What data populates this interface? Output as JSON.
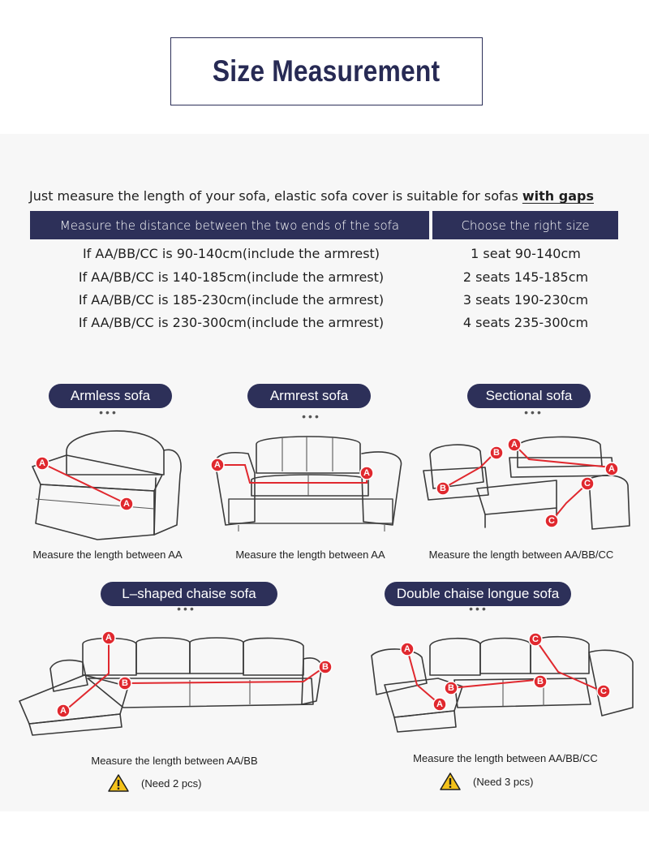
{
  "header": {
    "title": "Size Measurement"
  },
  "intro": {
    "text": "Just measure the length of your sofa, elastic sofa cover is suitable for sofas ",
    "emphasis": "with gaps"
  },
  "table": {
    "headers": [
      "Measure the distance between the two ends of the sofa",
      "Choose the right size"
    ],
    "rows": [
      [
        "If AA/BB/CC is 90-140cm(include the armrest)",
        "1 seat 90-140cm"
      ],
      [
        "If AA/BB/CC is 140-185cm(include the armrest)",
        "2 seats 145-185cm"
      ],
      [
        "If AA/BB/CC is 185-230cm(include the armrest)",
        "3 seats 190-230cm"
      ],
      [
        "If AA/BB/CC is 230-300cm(include the armrest)",
        "4 seats 235-300cm"
      ]
    ]
  },
  "sofas": [
    {
      "label": "Armless sofa",
      "caption": "Measure the length between AA"
    },
    {
      "label": "Armrest sofa",
      "caption": "Measure the length between AA"
    },
    {
      "label": "Sectional sofa",
      "caption": "Measure the length between AA/BB/CC"
    },
    {
      "label": "L–shaped chaise sofa",
      "caption": "Measure the length between AA/BB",
      "note": "(Need 2 pcs)"
    },
    {
      "label": "Double chaise longue sofa",
      "caption": "Measure the length between AA/BB/CC",
      "note": "(Need 3 pcs)"
    }
  ],
  "markers": {
    "a": "A",
    "b": "B",
    "c": "C"
  },
  "dots": "•••",
  "icons": {
    "warning": "warning-icon"
  },
  "colors": {
    "navy": "#2d3059",
    "marker_red": "#e0282e",
    "warning_yellow": "#f4c21a"
  }
}
